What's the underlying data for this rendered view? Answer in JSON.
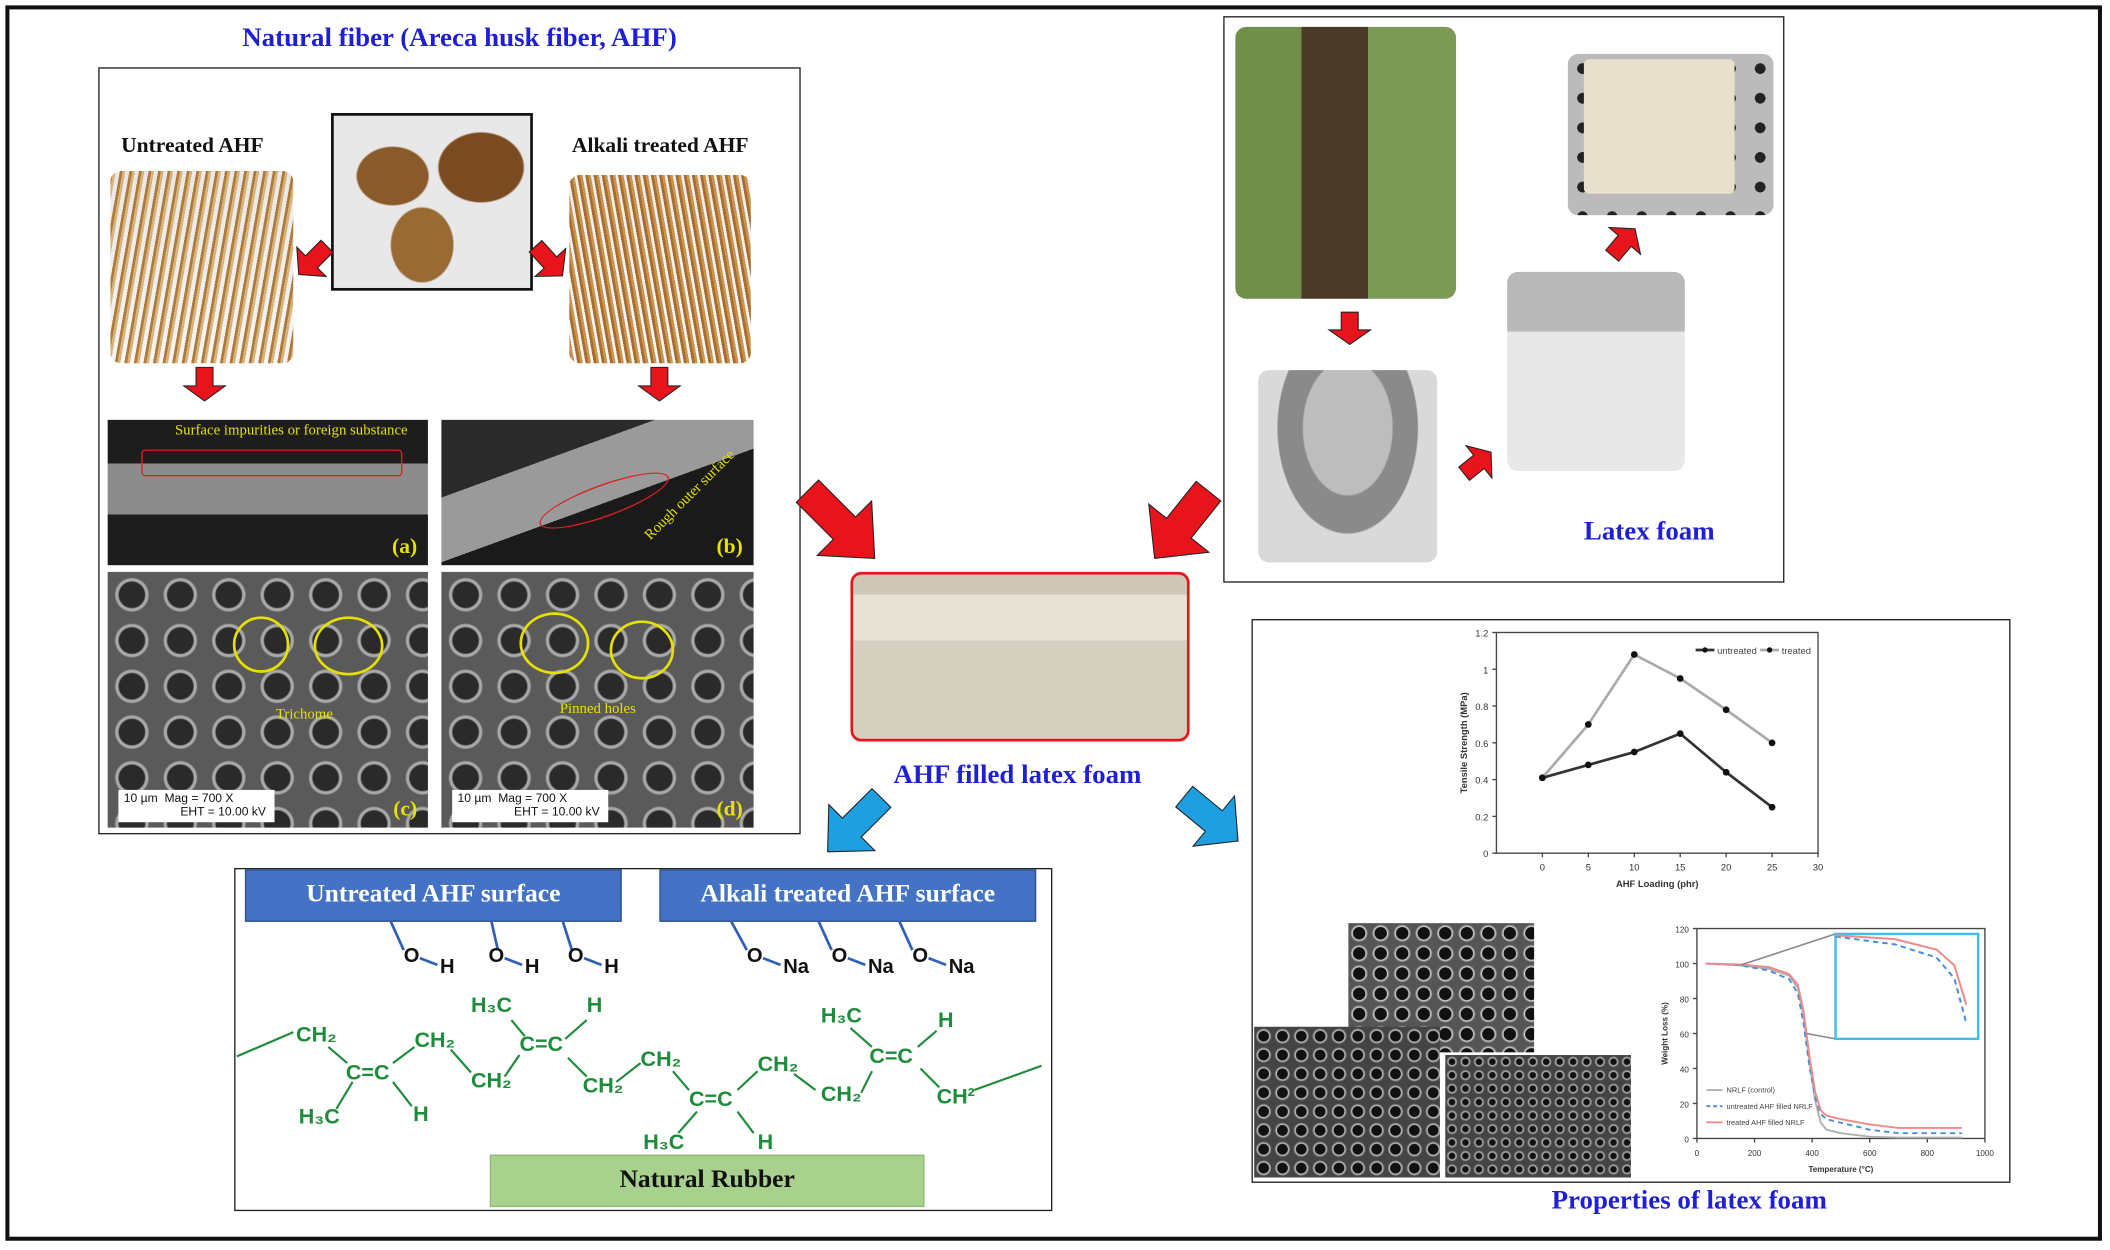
{
  "left_panel": {
    "title": "Natural fiber (Areca husk fiber, AHF)",
    "untreated_label": "Untreated AHF",
    "treated_label": "Alkali treated AHF",
    "sem": [
      {
        "letter": "(a)",
        "annotation": "Surface impurities or foreign substance"
      },
      {
        "letter": "(b)",
        "annotation": "Rough outer surface"
      },
      {
        "letter": "(c)",
        "annotation": "Trichome",
        "scale": "10 µm",
        "mag": "Mag =   700 X",
        "eht": "EHT = 10.00 kV"
      },
      {
        "letter": "(d)",
        "annotation": "Pinned holes",
        "scale": "10 µm",
        "mag": "Mag =   700 X",
        "eht": "EHT = 10.00 kV"
      }
    ]
  },
  "center": {
    "label": "AHF filled latex foam"
  },
  "latex_panel": {
    "label": "Latex foam"
  },
  "properties_panel": {
    "label": "Properties of latex foam"
  },
  "chem": {
    "untreated_header": "Untreated AHF surface",
    "treated_header": "Alkali treated AHF surface",
    "oh": [
      "O",
      "H"
    ],
    "ona": [
      "O",
      "Na"
    ],
    "groups": [
      "CH₂",
      "C=C",
      "H₃C",
      "H",
      "CH₂",
      "CH₂",
      "H₃C",
      "H",
      "C=C",
      "CH₂",
      "CH₂",
      "C=C",
      "H₃C",
      "H",
      "CH₂",
      "CH₂",
      "H₃C",
      "H",
      "C=C",
      "CH²"
    ],
    "rubber_label": "Natural Rubber"
  },
  "colors": {
    "title_blue": "#1f1fd6",
    "header_blue": "#4472c4",
    "chain_green": "#1e8c3a",
    "arrow_red": "#e8141b",
    "arrow_blue": "#1ea0e0",
    "rubber_green": "#a9d18e"
  },
  "chart_data": [
    {
      "type": "line",
      "xlabel": "AHF Loading (phr)",
      "ylabel": "Tensile Strength (MPa)",
      "xlim": [
        -5,
        30
      ],
      "ylim": [
        0,
        1.2
      ],
      "xticks": [
        0,
        5,
        10,
        15,
        20,
        25,
        30
      ],
      "yticks": [
        0,
        0.2,
        0.4,
        0.6,
        0.8,
        1,
        1.2
      ],
      "legend": "top-right",
      "grid": false,
      "x": [
        0,
        5,
        10,
        15,
        20,
        25
      ],
      "series": [
        {
          "name": "untreated",
          "values": [
            0.41,
            0.48,
            0.55,
            0.65,
            0.44,
            0.25
          ],
          "color": "#333333"
        },
        {
          "name": "treated",
          "values": [
            0.41,
            0.7,
            1.08,
            0.95,
            0.78,
            0.6
          ],
          "color": "#aaaaaa"
        }
      ]
    },
    {
      "type": "line",
      "xlabel": "Temperature (°C)",
      "ylabel": "Weight Loss (%)",
      "xlim": [
        0,
        1000
      ],
      "ylim": [
        0,
        120
      ],
      "xticks": [
        0,
        200,
        400,
        600,
        800,
        1000
      ],
      "yticks": [
        0,
        20,
        40,
        60,
        80,
        100,
        120
      ],
      "legend": "bottom-left",
      "grid": false,
      "inset": true,
      "x": [
        30,
        150,
        250,
        320,
        350,
        370,
        390,
        410,
        430,
        450,
        500,
        600,
        700,
        800,
        920
      ],
      "series": [
        {
          "name": "NRLF (control)",
          "values": [
            100,
            99,
            97,
            93,
            86,
            70,
            45,
            22,
            9,
            5,
            3,
            1,
            0.5,
            0.5,
            0.5
          ],
          "color": "#b0b0b0"
        },
        {
          "name": "untreated AHF filled NRLF",
          "values": [
            100,
            99,
            96,
            91,
            83,
            66,
            42,
            24,
            14,
            11,
            9,
            5,
            3,
            3,
            3
          ],
          "color": "#4a8fd8",
          "dash": true
        },
        {
          "name": "treated AHF filled NRLF",
          "values": [
            100,
            99.5,
            98,
            94,
            88,
            73,
            48,
            27,
            16,
            13,
            11,
            8,
            6,
            6,
            6
          ],
          "color": "#f08a8a"
        }
      ]
    }
  ]
}
